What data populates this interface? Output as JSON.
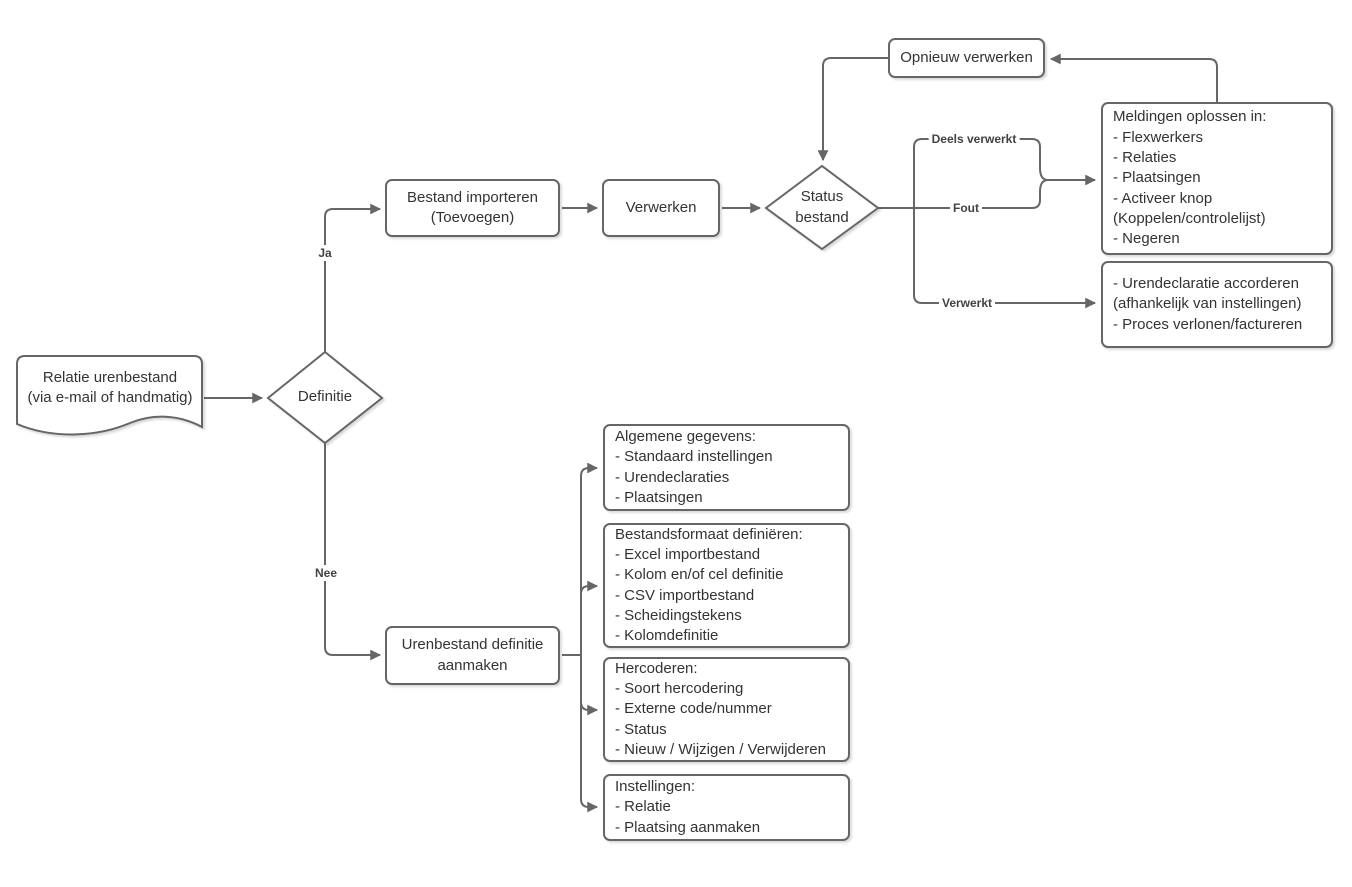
{
  "colors": {
    "stroke": "#666666",
    "text": "#333333",
    "label": "#424242",
    "bg": "#ffffff"
  },
  "nodes": {
    "relatie_urenbestand": {
      "lines": [
        "Relatie urenbestand",
        "(via e-mail of handmatig)"
      ]
    },
    "definitie": {
      "lines": [
        "Definitie"
      ]
    },
    "bestand_importeren": {
      "lines": [
        "Bestand importeren",
        "(Toevoegen)"
      ]
    },
    "verwerken": {
      "lines": [
        "Verwerken"
      ]
    },
    "status_bestand": {
      "lines": [
        "Status",
        "bestand"
      ]
    },
    "opnieuw_verwerken": {
      "lines": [
        "Opnieuw verwerken"
      ]
    },
    "meldingen": {
      "lines": [
        "Meldingen oplossen in:",
        "- Flexwerkers",
        "- Relaties",
        "- Plaatsingen",
        "- Activeer knop",
        "(Koppelen/controlelijst)",
        "- Negeren"
      ]
    },
    "verwerkt_acties": {
      "lines": [
        "- Urendeclaratie accorderen",
        "(afhankelijk van instellingen)",
        "- Proces verlonen/factureren"
      ]
    },
    "urenbestand_definitie": {
      "lines": [
        "Urenbestand definitie",
        "aanmaken"
      ]
    },
    "algemene_gegevens": {
      "lines": [
        "Algemene gegevens:",
        "- Standaard instellingen",
        "- Urendeclaraties",
        "- Plaatsingen"
      ]
    },
    "bestandsformaat": {
      "lines": [
        "Bestandsformaat definiëren:",
        "- Excel importbestand",
        "- Kolom en/of cel definitie",
        "- CSV importbestand",
        "- Scheidingstekens",
        "- Kolomdefinitie"
      ]
    },
    "hercoderen": {
      "lines": [
        "Hercoderen:",
        "- Soort hercodering",
        "- Externe code/nummer",
        "- Status",
        "- Nieuw / Wijzigen / Verwijderen"
      ]
    },
    "instellingen": {
      "lines": [
        "Instellingen:",
        "- Relatie",
        "- Plaatsing aanmaken"
      ]
    }
  },
  "edge_labels": {
    "ja": "Ja",
    "nee": "Nee",
    "deels_verwerkt": "Deels verwerkt",
    "fout": "Fout",
    "verwerkt": "Verwerkt"
  }
}
